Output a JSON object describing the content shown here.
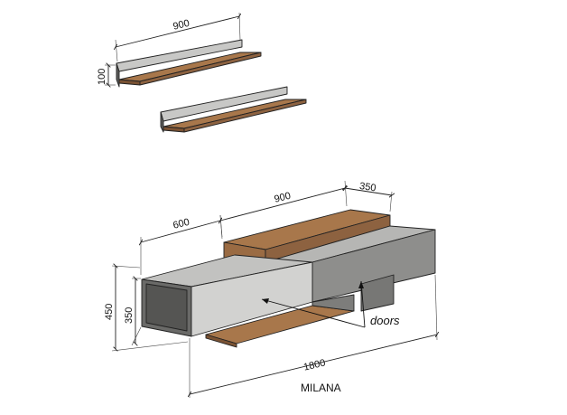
{
  "dimensions": {
    "shelf_width": "900",
    "shelf_height": "100",
    "depth_top": "350",
    "top_width": "900",
    "left_width": "600",
    "total_height": "450",
    "body_height": "350",
    "total_width": "1800"
  },
  "callout": {
    "doors": "doors"
  },
  "caption": "MILANA",
  "colors": {
    "wood": "#a8774b",
    "wood_dark": "#7a5233",
    "panel_light": "#d2d2d0",
    "panel_mid": "#8e8e8c",
    "panel_dark": "#6a6a68",
    "side_dark": "#555553"
  }
}
